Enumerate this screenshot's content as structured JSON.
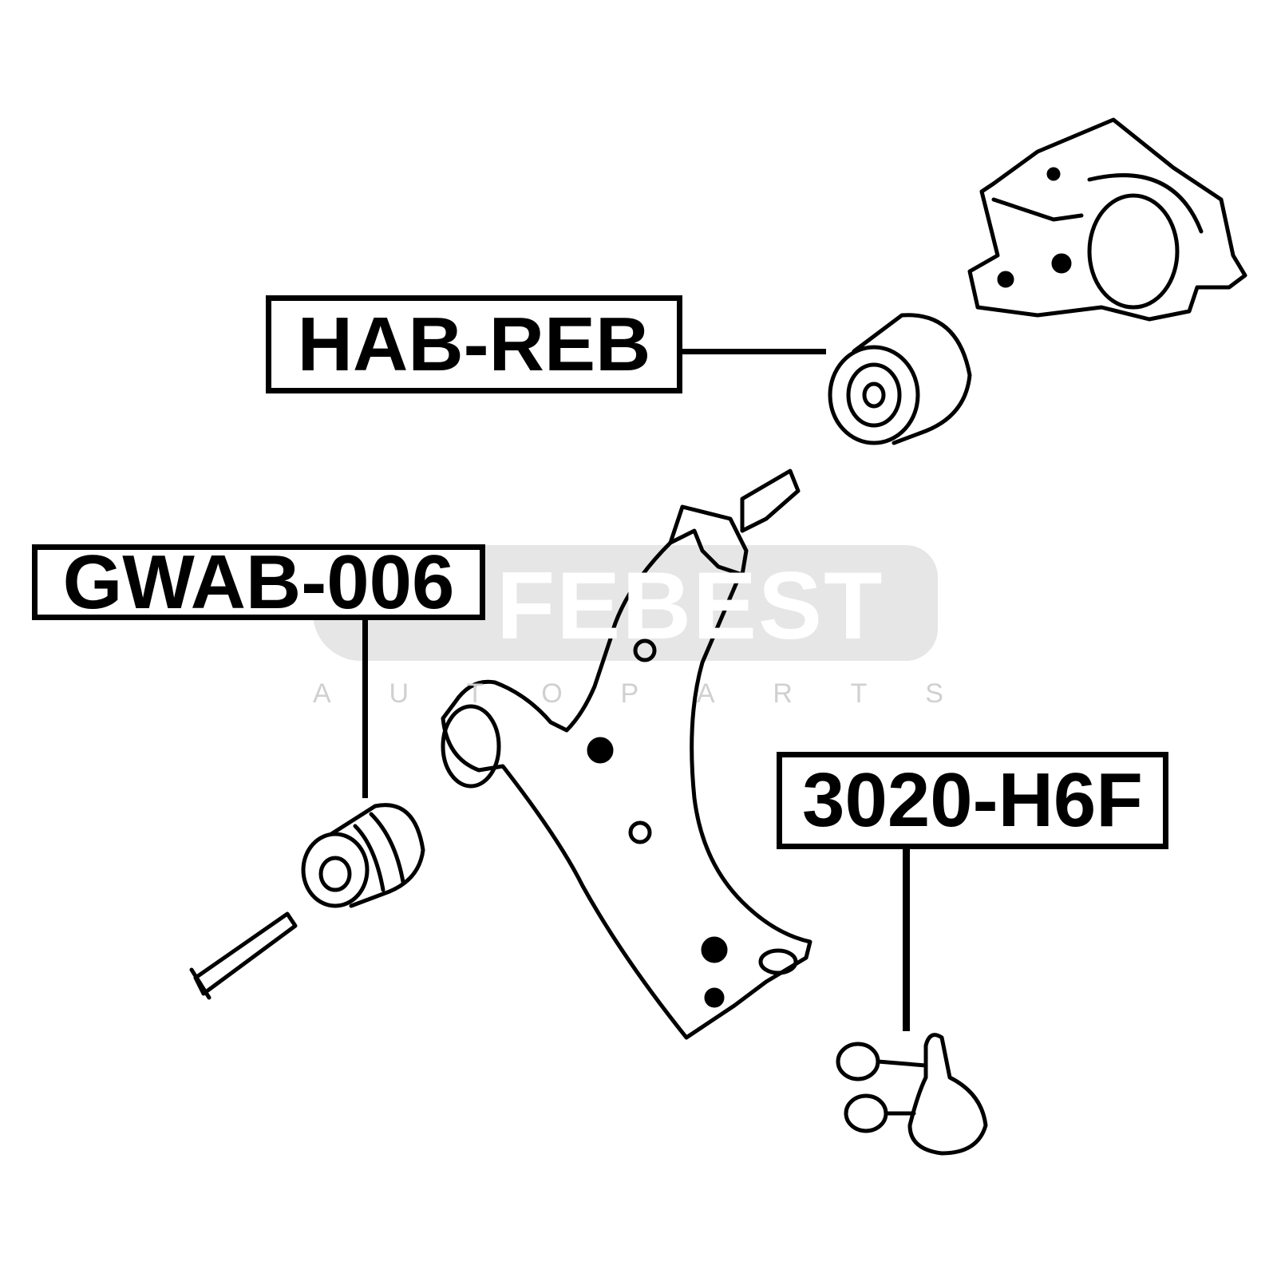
{
  "watermark": {
    "brand": "FEBEST",
    "tagline": [
      "A",
      "U",
      "T",
      "O",
      "P",
      "A",
      "R",
      "T",
      "S"
    ]
  },
  "labels": {
    "bushing_top": "HAB-REB",
    "bushing_left": "GWAB-006",
    "ball_joint": "3020-H6F"
  }
}
